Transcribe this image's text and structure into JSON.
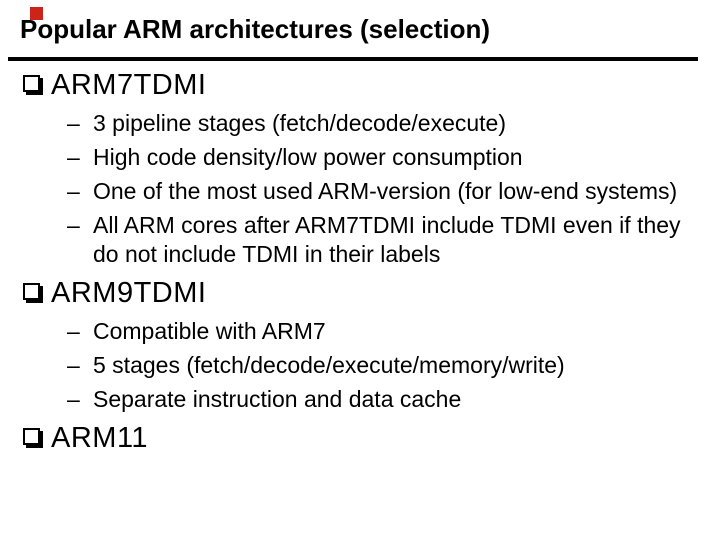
{
  "slide": {
    "title": "Popular ARM architectures (selection)",
    "accent_color": "#cc2418",
    "bullet_icon": "shadowed-square-bullet",
    "dash_glyph": "–",
    "sections": [
      {
        "heading": "ARM7TDMI",
        "items": [
          "3 pipeline stages (fetch/decode/execute)",
          "High code density/low power consumption",
          "One of the most used ARM-version (for low-end systems)",
          "All ARM cores after ARM7TDMI include TDMI even if they do not include TDMI in their labels"
        ]
      },
      {
        "heading": "ARM9TDMI",
        "items": [
          "Compatible with ARM7",
          "5 stages (fetch/decode/execute/memory/write)",
          "Separate instruction and data cache"
        ]
      },
      {
        "heading": "ARM11",
        "items": []
      }
    ]
  }
}
